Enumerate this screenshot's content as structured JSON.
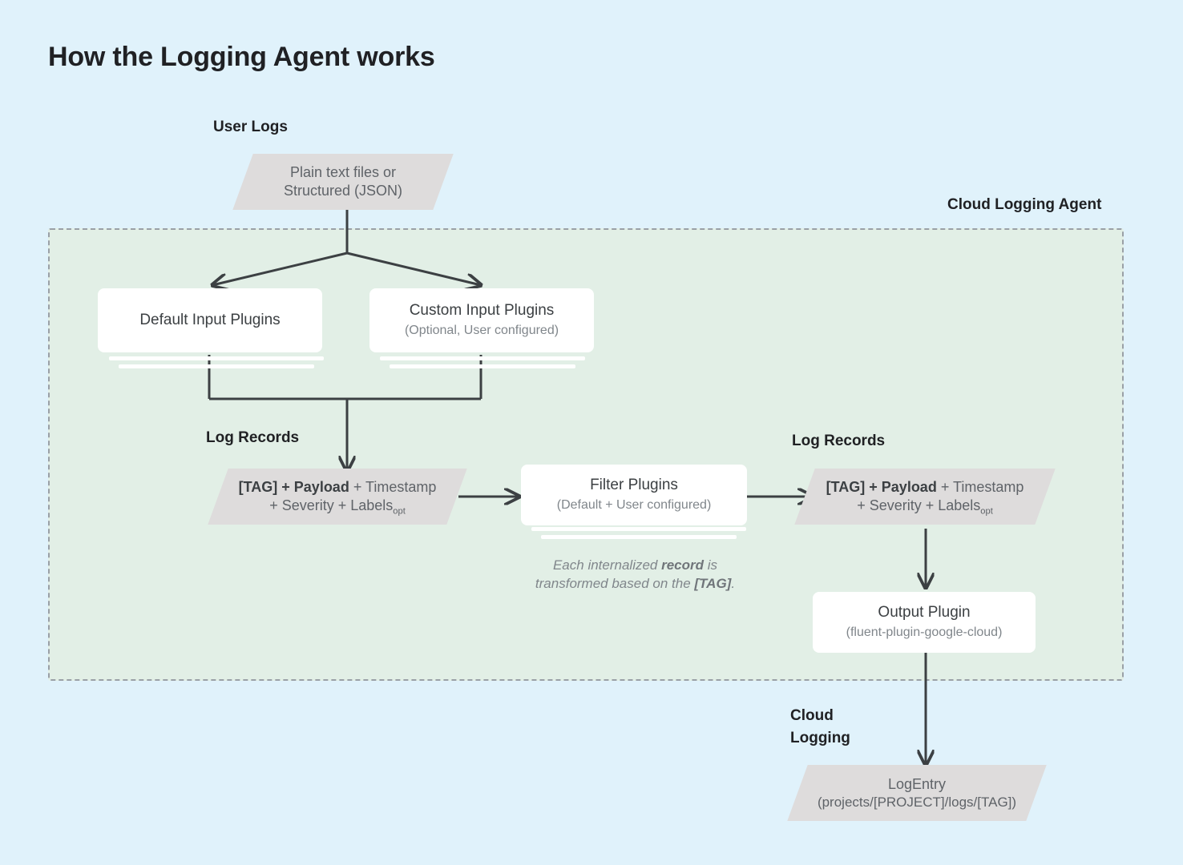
{
  "page": {
    "title": "How the Logging Agent works",
    "background_color": "#e0f2fb"
  },
  "regions": {
    "agent": {
      "label": "Cloud Logging Agent",
      "fill_color": "#e2efe6",
      "border_color": "#9aa0a6",
      "border_style": "dashed"
    },
    "cloud_logging": {
      "label_line1": "Cloud",
      "label_line2": "Logging"
    }
  },
  "labels": {
    "user_logs": "User Logs",
    "log_records_left": "Log Records",
    "log_records_right": "Log Records"
  },
  "nodes": {
    "user_logs_source": {
      "shape": "parallelogram",
      "fill_color": "#dedcdc",
      "line1": "Plain text files or",
      "line2": "Structured (JSON)"
    },
    "default_input_plugins": {
      "shape": "card-stack",
      "title": "Default Input Plugins",
      "subtitle": ""
    },
    "custom_input_plugins": {
      "shape": "card-stack",
      "title": "Custom Input Plugins",
      "subtitle": "(Optional, User configured)"
    },
    "log_records_in": {
      "shape": "parallelogram",
      "fill_color": "#dedcdc",
      "line1_bold": "[TAG] + Payload",
      "line1_rest": " + Timestamp",
      "line2": "+ Severity + Labels",
      "line2_subscript": "opt"
    },
    "filter_plugins": {
      "shape": "card-stack",
      "title": "Filter Plugins",
      "subtitle": "(Default + User configured)"
    },
    "log_records_out": {
      "shape": "parallelogram",
      "fill_color": "#dedcdc",
      "line1_bold": "[TAG] + Payload",
      "line1_rest": " + Timestamp",
      "line2": "+ Severity + Labels",
      "line2_subscript": "opt"
    },
    "output_plugin": {
      "shape": "card",
      "title": "Output Plugin",
      "subtitle": "(fluent-plugin-google-cloud)"
    },
    "log_entry": {
      "shape": "parallelogram",
      "fill_color": "#dedcdc",
      "line1": "LogEntry",
      "line2": "(projects/[PROJECT]/logs/[TAG])"
    }
  },
  "caption": {
    "line1_pre": "Each internalized ",
    "line1_bold": "record",
    "line1_post": " is",
    "line2_pre": "transformed based on the ",
    "line2_bold": "[TAG]",
    "line2_post": "."
  },
  "colors": {
    "background": "#e0f2fb",
    "agent_fill": "#e2efe6",
    "parallelogram_fill": "#dedcdc",
    "card_fill": "#ffffff",
    "connector": "#3c4043",
    "text_dark": "#202124",
    "text_muted": "#5f6368",
    "text_light": "#80868b"
  }
}
